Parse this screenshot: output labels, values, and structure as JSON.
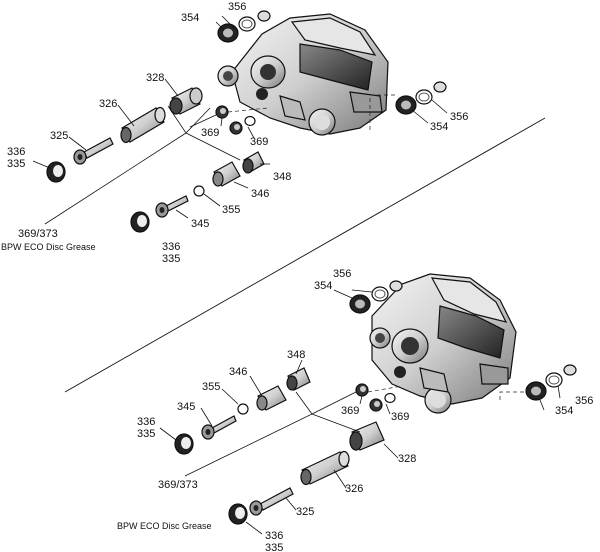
{
  "diagram": {
    "upper": {
      "labels": {
        "p356a": "356",
        "p354a": "354",
        "p328": "328",
        "p326": "326",
        "p325": "325",
        "p336": "336",
        "p335": "335",
        "p369a": "369",
        "p369b": "369",
        "p348": "348",
        "p346": "346",
        "p355": "355",
        "p345": "345",
        "p336b": "336",
        "p335b": "335",
        "p356b": "356",
        "p354b": "354"
      },
      "grease_code": "369/373",
      "grease_text": "BPW ECO Disc Grease"
    },
    "lower": {
      "labels": {
        "p356a": "356",
        "p354a": "354",
        "p348": "348",
        "p346": "346",
        "p355": "355",
        "p345": "345",
        "p336": "336",
        "p335": "335",
        "p369a": "369",
        "p369b": "369",
        "p328": "328",
        "p326": "326",
        "p325": "325",
        "p336b": "336",
        "p335b": "335",
        "p356b": "356",
        "p354b": "354"
      },
      "grease_code": "369/373",
      "grease_text": "BPW ECO Disc Grease"
    }
  }
}
